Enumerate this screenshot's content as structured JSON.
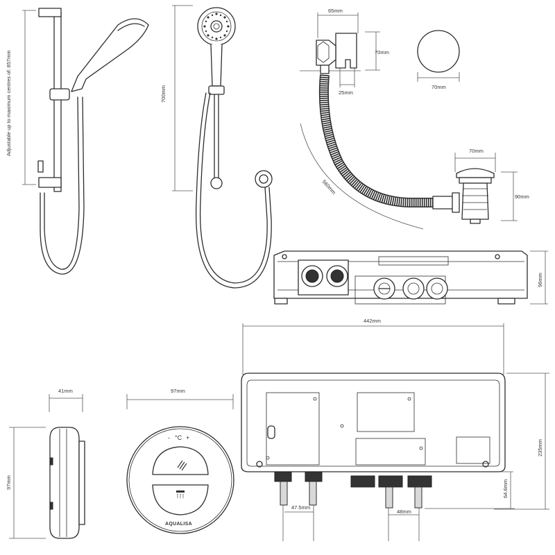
{
  "dimensions": {
    "rail_adjust": "Adjustable up to maximum centres of: 657mm",
    "rail_height": "700mm",
    "wall_outlet_width": "65mm",
    "wall_outlet_height": "70mm",
    "wall_outlet_depth": "25mm",
    "wall_cover_dia": "70mm",
    "hose_length": "560mm",
    "waste_dia": "70mm",
    "waste_height": "90mm",
    "unit_height_side": "96mm",
    "unit_width": "442mm",
    "unit_height": "235mm",
    "outlet_depth": "64.6mm",
    "inlet_centres": "47.5mm",
    "outlet_centres": "48mm",
    "controller_depth": "41mm",
    "controller_height": "97mm",
    "controller_width": "97mm"
  },
  "controller": {
    "minus": "-",
    "temp": "°C",
    "plus": "+",
    "brand": "AQUALISA"
  },
  "icons": {
    "upper_button": "handset-spray-icon",
    "lower_button": "overhead-shower-icon"
  }
}
